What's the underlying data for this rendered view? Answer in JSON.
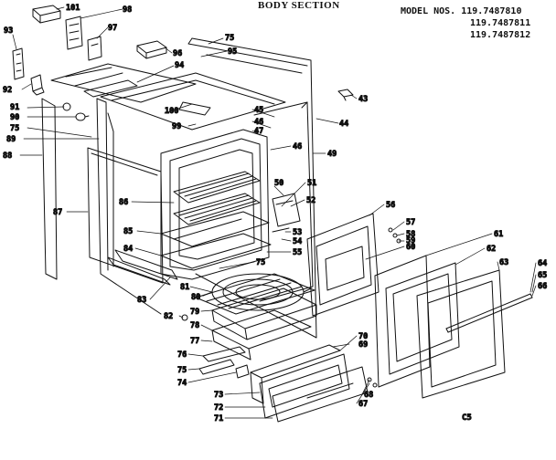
{
  "header": {
    "section_title": "BODY SECTION",
    "model_label": "MODEL NOS.",
    "model_numbers": [
      "119.7487810",
      "119.7487811",
      "119.7487812"
    ]
  },
  "footer_code": "C5",
  "callouts": {
    "c101": "101",
    "c98": "98",
    "c97": "97",
    "c93": "93",
    "c96": "96",
    "c75a": "75",
    "c95": "95",
    "c94": "94",
    "c92": "92",
    "c43": "43",
    "c100": "100",
    "c91": "91",
    "c90": "90",
    "c75b": "75",
    "c99": "99",
    "c45": "45",
    "c46a": "46",
    "c44": "44",
    "c89": "89",
    "c47": "47",
    "c46b": "46",
    "c49": "49",
    "c88": "88",
    "c50": "50",
    "c51": "51",
    "c86": "86",
    "c52": "52",
    "c87": "87",
    "c56": "56",
    "c57": "57",
    "c58": "58",
    "c59": "59",
    "c60": "60",
    "c85": "85",
    "c53": "53",
    "c54": "54",
    "c61": "61",
    "c84": "84",
    "c55": "55",
    "c62": "62",
    "c75c": "75",
    "c63": "63",
    "c64": "64",
    "c65": "65",
    "c66": "66",
    "c81": "81",
    "c83": "83",
    "c80": "80",
    "c82": "82",
    "c79": "79",
    "c78": "78",
    "c77": "77",
    "c70": "70",
    "c69": "69",
    "c76": "76",
    "c75d": "75",
    "c74": "74",
    "c68": "68",
    "c67": "67",
    "c73": "73",
    "c72": "72",
    "c71": "71"
  }
}
